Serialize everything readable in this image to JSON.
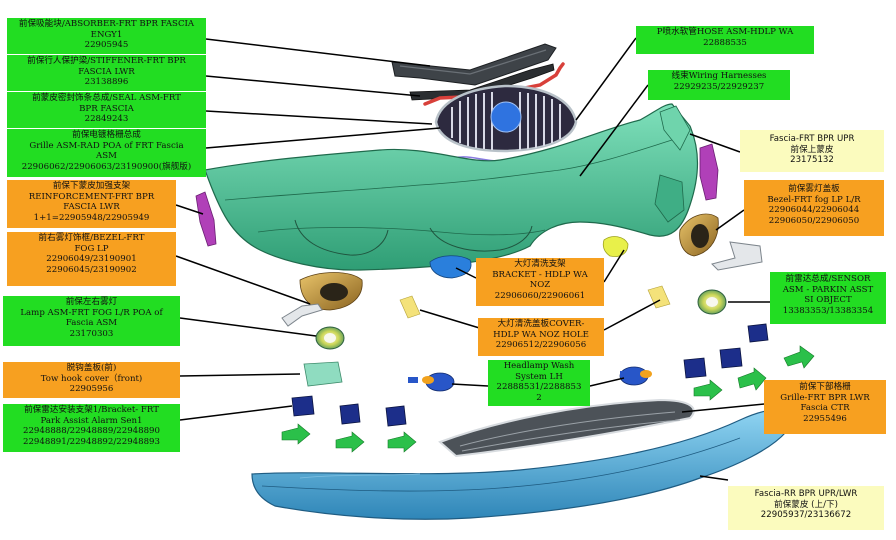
{
  "colors": {
    "green_label": "#22dd22",
    "orange_label": "#f7a020",
    "yellow_label": "#fbfbbe",
    "bumper_upper": "#4fc79a",
    "bumper_lower": "#4aa7d6"
  },
  "labels": {
    "absorber": {
      "line1": "前保吸能块/ABSORBER-FRT BPR FASCIA",
      "line2": "ENGY1",
      "line3": "22905945"
    },
    "stiffener": {
      "line1": "前保行人保护梁/STIFFENER-FRT BPR",
      "line2": "FASCIA LWR",
      "line3": "23138896"
    },
    "seal": {
      "line1": "前蒙皮密封饰条总成/SEAL ASM-FRT",
      "line2": "BPR FASCIA",
      "line3": "22849243"
    },
    "grille": {
      "line1": "前保电镀格栅总成",
      "line2": "Grille ASM-RAD POA of FRT Fascia",
      "line3": "ASM",
      "line4": "22906062/22906063/23190900(旗舰版)"
    },
    "reinforcement": {
      "line1": "前保下蒙皮加强支架",
      "line2": "REINFORCEMENT-FRT BPR",
      "line3": "FASCIA LWR",
      "line4": "1+1=22905948/22905949"
    },
    "bezel_right": {
      "line1": "前右雾灯饰框/BEZEL-FRT",
      "line2": "FOG LP",
      "line3": "22906049/23190901",
      "line4": "22906045/23190902"
    },
    "fog_lamp": {
      "line1": "前保左右雾灯",
      "line2": "Lamp ASM-FRT FOG L/R POA of",
      "line3": "Fascia ASM",
      "line4": "23170303"
    },
    "tow_hook": {
      "line1": "脱钩盖板(前)",
      "line2": "Tow hook cover（front)",
      "line3": "22905956"
    },
    "radar_bracket": {
      "line1": "前保雷达安装支架1/Bracket- FRT",
      "line2": "Park Assist Alarm Sen1",
      "line3": "22948888/22948889/22948890",
      "line4": "22948891/22948892/22948893"
    },
    "hose": {
      "line1": "P喷水软管HOSE ASM-HDLP WA",
      "line2": "22888535"
    },
    "wiring": {
      "line1": "线束Wiring  Harnesses",
      "line2": "22929235/22929237"
    },
    "fascia_upper": {
      "line1": "Fascia-FRT BPR UPR",
      "line2": "前保上蒙皮",
      "line3": "23175132"
    },
    "bezel_fog": {
      "line1": "前保雾灯盖板",
      "line2": "Bezel-FRT fog  LP L/R",
      "line3": "22906044/22906044",
      "line4": "22906050/22906050"
    },
    "hdlp_bracket": {
      "line1": "大灯清洗支架",
      "line2": "BRACKET - HDLP WA",
      "line3": "NOZ",
      "line4": "22906060/22906061"
    },
    "hdlp_cover": {
      "line1": "大灯清洗盖板COVER-",
      "line2": "HDLP WA NOZ HOLE",
      "line3": "22906512/22906056"
    },
    "headlamp_wash": {
      "line1": "Headlamp Wash",
      "line2": "System LH",
      "line3": "22888531/2288853",
      "line4": "2"
    },
    "sensor": {
      "line1": "前雷达总成/SENSOR",
      "line2": "ASM - PARKIN ASST",
      "line3": "SI OBJECT",
      "line4": "13383353/13383354"
    },
    "lower_grille": {
      "line1": "前保下部格栅",
      "line2": "Grille-FRT BPR LWR",
      "line3": "Fascia CTR",
      "line4": "22955496"
    },
    "fascia_lower": {
      "line1": "Fascia-RR BPR UPR/LWR",
      "line2": "前保蒙皮 (上/下)",
      "line3": "22905937/23136672"
    }
  }
}
